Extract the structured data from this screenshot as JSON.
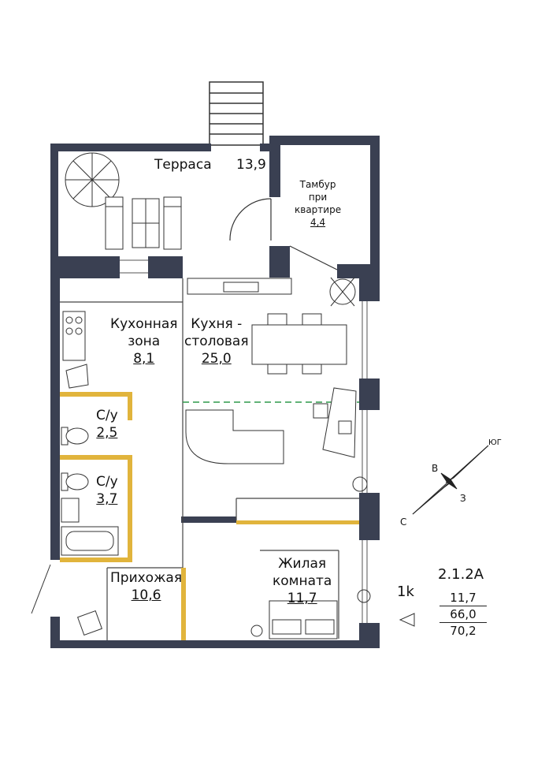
{
  "rooms": [
    {
      "id": "terrace",
      "lines": [
        "Терраса"
      ],
      "area": "13,9"
    },
    {
      "id": "vestibule",
      "lines": [
        "Тамбур",
        "при",
        "квартире"
      ],
      "area": "4,4"
    },
    {
      "id": "kitchen-zone",
      "lines": [
        "Кухонная",
        "зона"
      ],
      "area": "8,1"
    },
    {
      "id": "kitchen-dining",
      "lines": [
        "Кухня -",
        "столовая"
      ],
      "area": "25,0"
    },
    {
      "id": "bath1",
      "lines": [
        "С/у"
      ],
      "area": "2,5"
    },
    {
      "id": "bath2",
      "lines": [
        "С/у"
      ],
      "area": "3,7"
    },
    {
      "id": "hall",
      "lines": [
        "Прихожая"
      ],
      "area": "10,6"
    },
    {
      "id": "living",
      "lines": [
        "Жилая",
        "комната"
      ],
      "area": "11,7"
    }
  ],
  "apartment": {
    "type": "1k",
    "code": "2.1.2А",
    "areas": [
      "11,7",
      "66,0",
      "70,2"
    ]
  },
  "compass": {
    "n": "В",
    "e": "ЮГ",
    "s": "З",
    "w": "С"
  },
  "colors": {
    "wall": "#3a4052",
    "accent": "#e1b43c",
    "green": "#2f9a4a"
  }
}
